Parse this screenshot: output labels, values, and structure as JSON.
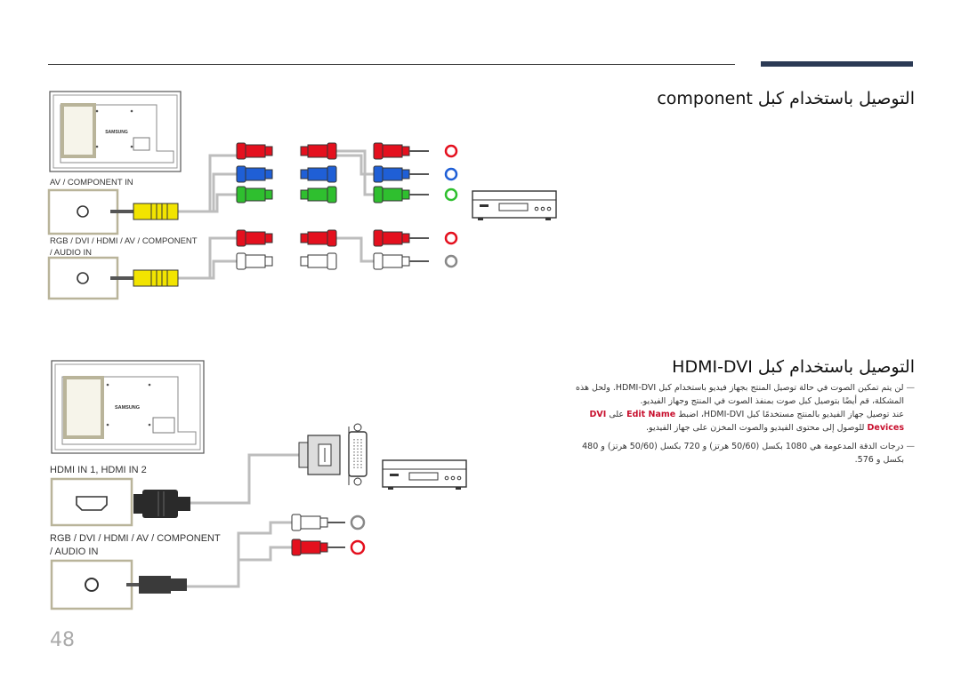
{
  "section1": {
    "title": "التوصيل باستخدام كبل component",
    "port_av_component": "AV / COMPONENT IN",
    "port_audio_line1": "RGB / DVI / HDMI / AV / COMPONENT",
    "port_audio_line2": "/ AUDIO IN",
    "tv_brand": "SAMSUNG"
  },
  "section2": {
    "title": "التوصيل باستخدام كبل HDMI-DVI",
    "port_hdmi": "HDMI IN 1, HDMI IN 2",
    "port_audio_line1": "RGB / DVI / HDMI / AV / COMPONENT",
    "port_audio_line2": "/ AUDIO IN",
    "tv_brand": "SAMSUNG",
    "notes": {
      "note1_line1": "لن يتم تمكين الصوت في حالة توصيل المنتج بجهاز فيديو باستخدام كبل HDMI-DVI. ولحل هذه",
      "note1_line2": "المشكلة، قم أيضًا بتوصيل كبل صوت بمنفذ الصوت في المنتج وجهاز الفيديو.",
      "note1_line3_a": "عند توصيل جهاز الفيديو بالمنتج مستخدمًا كبل HDMI-DVI، اضبط",
      "note1_edit_name": "Edit Name",
      "note1_line3_b": "على",
      "note1_dvi": "DVI",
      "note1_line4_a": "للوصول إلى محتوى الفيديو والصوت المخزن على جهاز الفيديو.",
      "note1_devices": "Devices",
      "note2_line1": "درجات الدقة المدعومة هي 1080 بكسل (50/60 هرتز) و 720 بكسل (50/60 هرتز) و 480",
      "note2_line2": "بكسل و 576."
    }
  },
  "page_number": "48",
  "colors": {
    "red": "#e4101e",
    "blue": "#1f5fd6",
    "green": "#2fbf2f",
    "yellow": "#f2e400",
    "white": "#ffffff",
    "port_frame": "#b9b49a",
    "accent_bar": "#2b3a55",
    "highlight": "#c8102e"
  }
}
